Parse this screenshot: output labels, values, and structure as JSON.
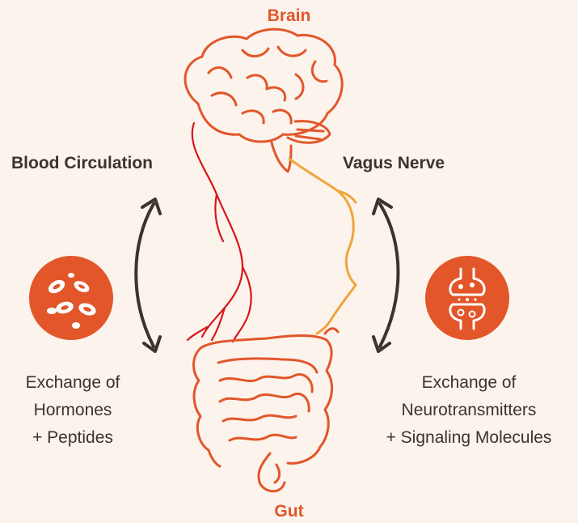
{
  "colors": {
    "accent": "#e2562a",
    "text": "#3b332e",
    "background": "#fcf3ec",
    "blood": "#d6161b",
    "nerve": "#f2a43a"
  },
  "labels": {
    "brain": "Brain",
    "gut": "Gut"
  },
  "left": {
    "title": "Blood Circulation",
    "desc": [
      "Exchange of",
      "Hormones",
      "+ Peptides"
    ],
    "icon": "red-blood-cells-icon"
  },
  "right": {
    "title": "Vagus Nerve",
    "desc": [
      "Exchange of",
      "Neurotransmitters",
      "+ Signaling Molecules"
    ],
    "icon": "synapse-icon"
  }
}
